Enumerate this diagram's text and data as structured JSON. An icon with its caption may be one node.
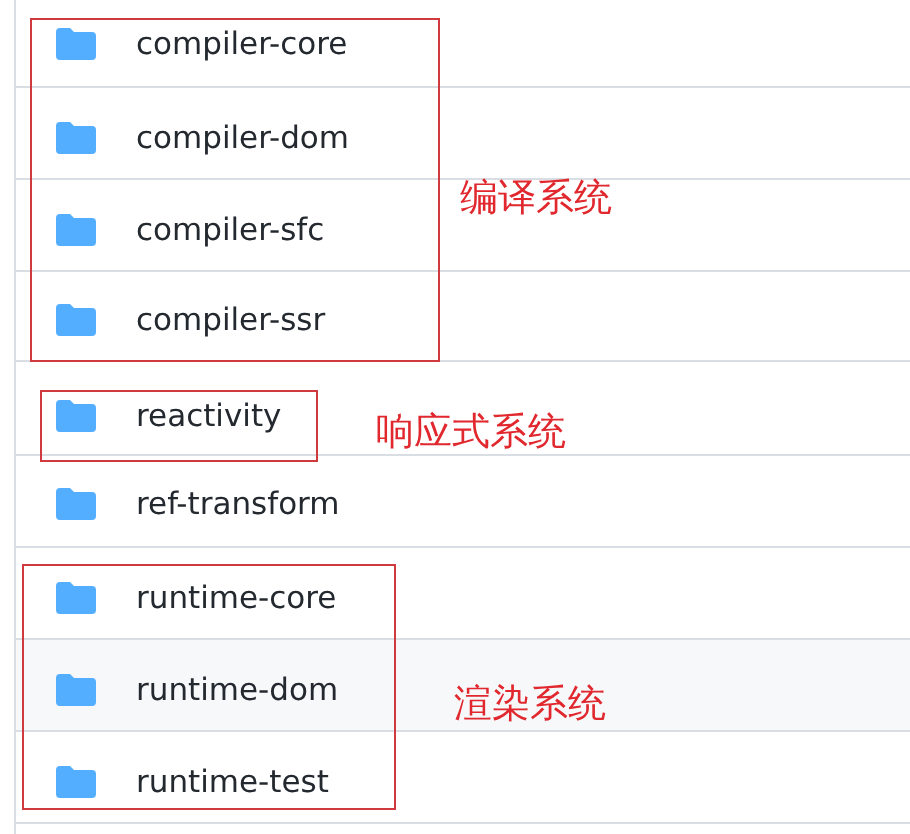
{
  "diagram": {
    "nodes": [
      {
        "text": [
          "编译系统"
        ]
      },
      {
        "text": [
          "compiler-core"
        ],
        "in": 0
      },
      {
        "text": [
          "compiler-dom"
        ],
        "in": 0
      },
      {
        "text": [
          "compiler-sfc"
        ],
        "in": 0
      },
      {
        "text": [
          "compiler-ssr"
        ],
        "in": 0
      },
      {
        "text": [
          "响应式系统"
        ]
      },
      {
        "text": [
          "reactivity"
        ],
        "in": 5
      },
      {
        "text": [
          "ref-transform"
        ]
      },
      {
        "text": [
          "渲染系统"
        ]
      },
      {
        "text": [
          "runtime-core"
        ],
        "in": 8
      },
      {
        "text": [
          "runtime-dom"
        ],
        "in": 8
      },
      {
        "text": [
          "runtime-test"
        ],
        "in": 8
      }
    ]
  }
}
